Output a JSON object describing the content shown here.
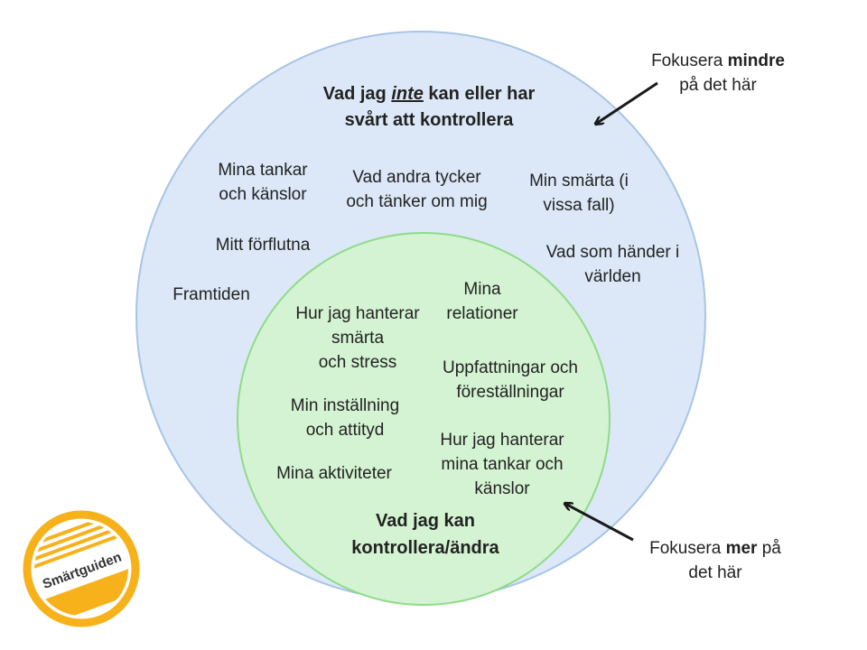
{
  "outer_circle": {
    "title": {
      "before": "Vad jag ",
      "emph": "inte",
      "after": " kan eller har",
      "line2": "svårt att kontrollera"
    },
    "items": [
      "Mina tankar\noch känslor",
      "Vad andra tycker\noch tänker om mig",
      "Min smärta (i\nvissa fall)",
      "Mitt förflutna",
      "Vad som händer i\nvärlden",
      "Framtiden"
    ],
    "fill": "#dce8f7",
    "stroke": "#a9c4e6"
  },
  "inner_circle": {
    "title": "Vad jag kan\nkontrollera/ändra",
    "items": [
      "Mina\nrelationer",
      "Hur jag hanterar\nsmärta\noch stress",
      "Uppfattningar och\nföreställningar",
      "Min inställning\noch attityd",
      "Hur jag hanterar\nmina tankar och\nkänslor",
      "Mina aktiviteter"
    ],
    "fill": "#d4f3d2",
    "stroke": "#8fdb8a"
  },
  "annotations": {
    "less": {
      "before": "Fokusera ",
      "bold": "mindre",
      "line2": "på det här"
    },
    "more": {
      "before": "Fokusera ",
      "bold": "mer",
      "after": " på",
      "line2": "det här"
    }
  },
  "logo": {
    "text": "Smärtguiden",
    "color": "#f7b21b"
  }
}
